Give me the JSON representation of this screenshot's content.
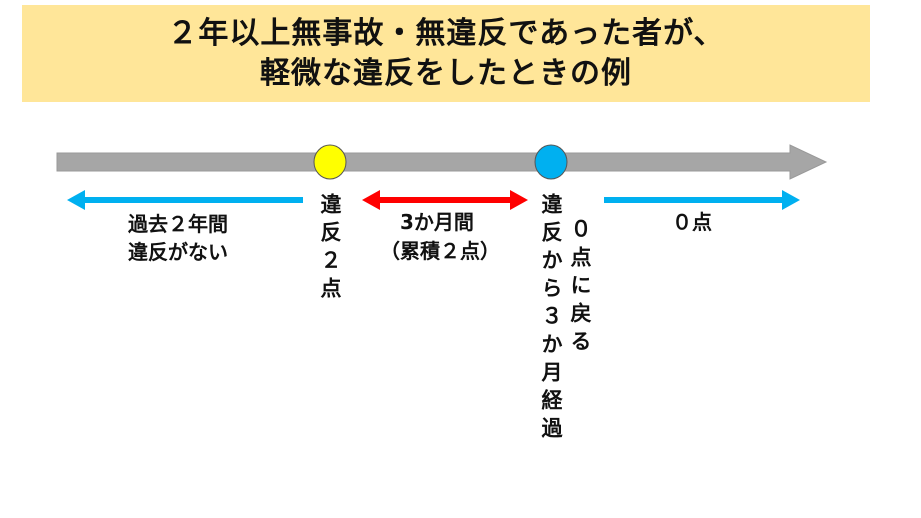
{
  "title": {
    "line1": "２年以上無事故・無違反であった者が、",
    "line2": "軽微な違反をしたときの例"
  },
  "colors": {
    "banner": "#FFE699",
    "timeline": "#A6A6A6",
    "violation_point": "#FFFF00",
    "reset_point": "#00B0F0",
    "blue_arrow": "#00B0F0",
    "red_arrow": "#FF0000"
  },
  "labels": {
    "past_line1": "過去２年間",
    "past_line2": "違反がない",
    "violation": "違反２点",
    "period_line1": "3か月間",
    "period_line2": "（累積２点）",
    "elapsed": "違反から３か月経過",
    "reset": "０点に戻る",
    "after": "０点"
  }
}
